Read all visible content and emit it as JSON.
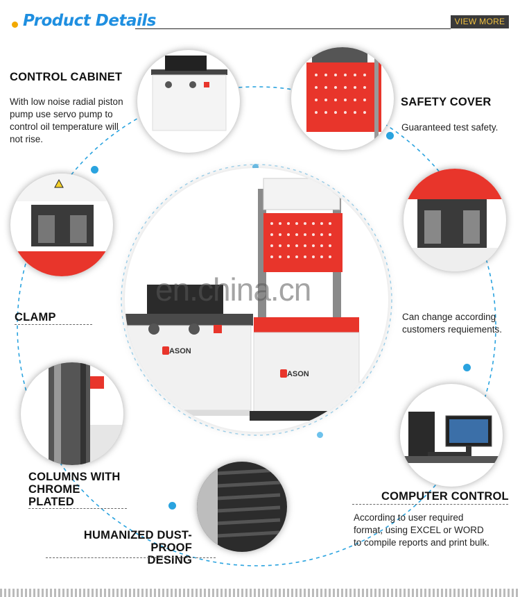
{
  "header": {
    "title": "Product Details",
    "view_more": "VIEW MORE"
  },
  "features": {
    "control_cabinet": {
      "title": "CONTROL CABINET",
      "desc": [
        "With low noise radial piston",
        "pump use servo pump to",
        "control oil temperature will",
        "not rise."
      ]
    },
    "safety_cover": {
      "title": "SAFETY COVER",
      "desc": "Guaranteed test safety."
    },
    "clamp": {
      "title": "CLAMP"
    },
    "customers": {
      "desc": [
        "Can change according",
        "customers requiements."
      ]
    },
    "columns": {
      "title": [
        "COLUMNS WITH",
        "CHROME PLATED"
      ]
    },
    "computer_control": {
      "title": "COMPUTER CONTROL",
      "desc": [
        "According to user required",
        "format, using EXCEL or WORD",
        "to compile reports and print bulk."
      ]
    },
    "dust_proof": {
      "title": [
        "HUMANIZED DUST-PROOF",
        "DESING"
      ]
    }
  },
  "brand": {
    "name": "KASON"
  },
  "watermark": "en.china.cn",
  "colors": {
    "accent_blue": "#2aa3df",
    "title_blue": "#1f8fe0",
    "machine_red": "#e8352b",
    "dot_orange": "#f2a900"
  }
}
